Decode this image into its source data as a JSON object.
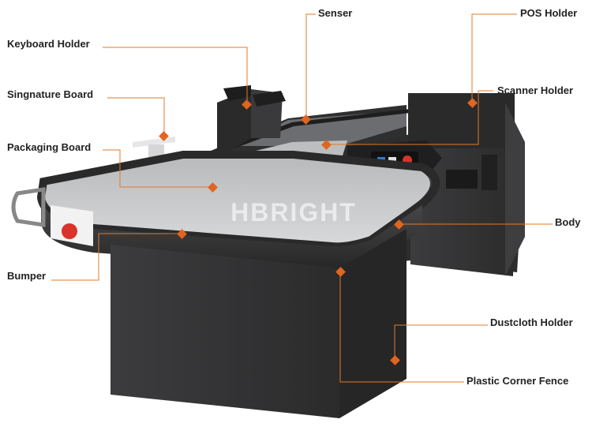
{
  "labels": {
    "senser": "Senser",
    "pos_holder": "POS Holder",
    "keyboard_holder": "Keyboard Holder",
    "signature_board": "Singnature Board",
    "scanner_holder": "Scanner Holder",
    "packaging_board": "Packaging Board",
    "body": "Body",
    "bumper": "Bumper",
    "dustcloth_holder": "Dustcloth Holder",
    "plastic_corner_fence": "Plastic Corner Fence"
  },
  "watermark": "HBRIGHT",
  "colors": {
    "leader": "#e07a2a",
    "marker": "#e0651f",
    "cabinet": "#3a3a3c",
    "cabinet_dark": "#2a2a2b",
    "top_surface": "#cfd0d2",
    "button_red": "#d8342b"
  }
}
